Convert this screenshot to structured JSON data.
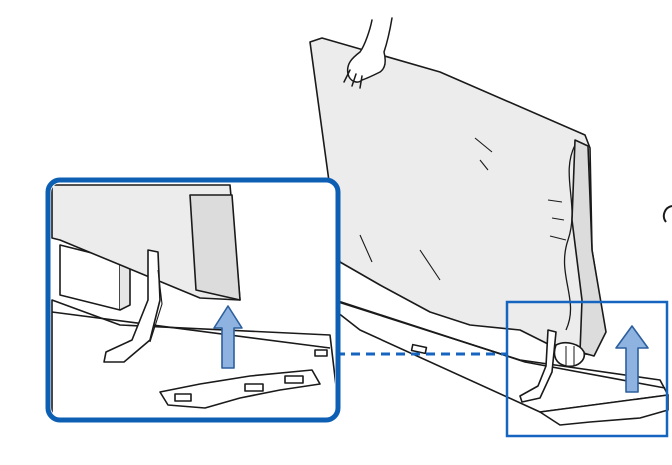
{
  "figure": {
    "kind": "installation-illustration",
    "colors": {
      "line": "#1a1a1a",
      "box_outline": "#1565c0",
      "zoom_frame": "#0d5fb4",
      "arrow_fill": "#8fb3e0",
      "arrow_stroke": "#2c5f9e",
      "connector": "#1565c0",
      "paper": "#ffffff",
      "page_bg": "#ffffff"
    },
    "icons": [
      "hand-icon",
      "up-arrow-icon",
      "dashed-connector-icon"
    ],
    "steps": [
      {
        "action": "lift",
        "direction": "up",
        "count": 2
      }
    ]
  }
}
